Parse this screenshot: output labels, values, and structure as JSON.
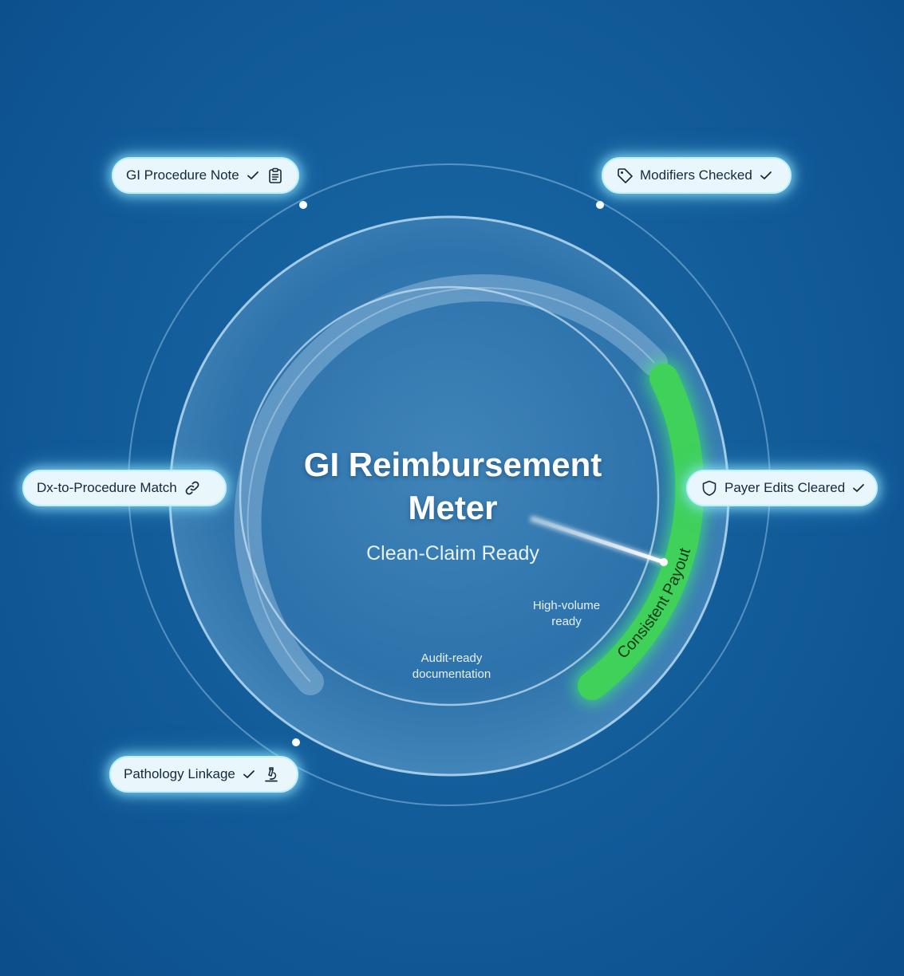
{
  "meter": {
    "title_line1": "GI Reimbursement",
    "title_line2": "Meter",
    "subtitle": "Clean-Claim Ready",
    "zone_label": "Consistent Payout",
    "inner_label_1": "High-volume ready",
    "inner_label_2": "Audit-ready documentation",
    "accent_color": "#3fd15a"
  },
  "checkpoints": [
    {
      "label": "GI Procedure Note",
      "icon": "clipboard-icon",
      "checked": true
    },
    {
      "label": "Modifiers Checked",
      "icon": "tag-icon",
      "checked": true
    },
    {
      "label": "Dx-to-Procedure Match",
      "icon": "link-icon",
      "checked": false
    },
    {
      "label": "Payer Edits Cleared",
      "icon": "shield-icon",
      "checked": true
    },
    {
      "label": "Pathology Linkage",
      "icon": "microscope-icon",
      "checked": true
    }
  ]
}
